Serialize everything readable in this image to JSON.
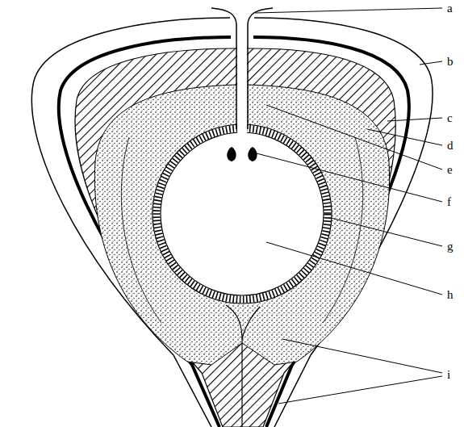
{
  "diagram": {
    "labels": [
      "a",
      "b",
      "c",
      "d",
      "e",
      "f",
      "g",
      "h",
      "i"
    ]
  }
}
